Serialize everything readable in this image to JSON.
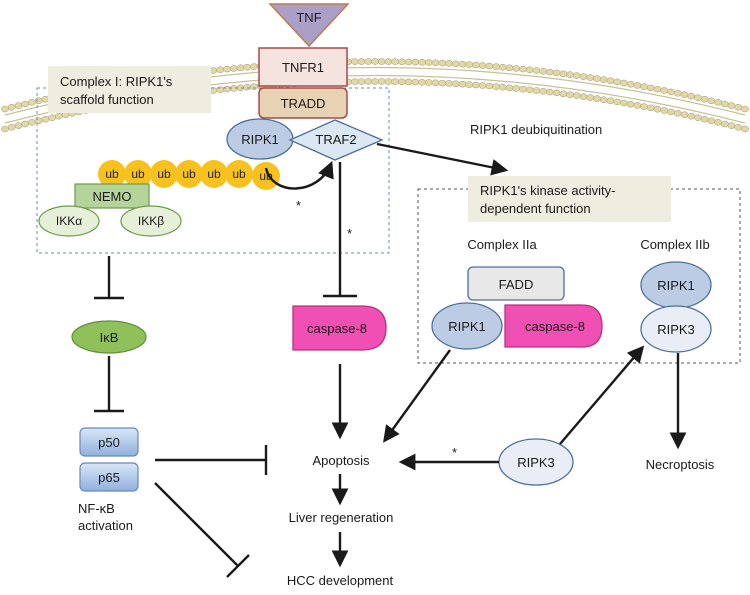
{
  "membrane": {
    "tnf": "TNF",
    "tnfr1": "TNFR1",
    "tradd": "TRADD"
  },
  "complex_1": {
    "title_line1": "Complex I: RIPK1's",
    "title_line2": "scaffold function",
    "ripk1": "RIPK1",
    "traf2": "TRAF2",
    "ub": [
      "ub",
      "ub",
      "ub",
      "ub",
      "ub",
      "ub",
      "ub"
    ],
    "nemo": "NEMO",
    "ikka": "IKKα",
    "ikkb": "IKKβ",
    "asterisk_loop": "*"
  },
  "deubiquitination": "RIPK1 deubiquitination",
  "kinase_box": {
    "title_line1": "RIPK1's kinase activity-",
    "title_line2": "dependent function",
    "complex_2a": {
      "title": "Complex IIa",
      "fadd": "FADD",
      "ripk1": "RIPK1",
      "caspase8": "caspase-8"
    },
    "complex_2b": {
      "title": "Complex IIb",
      "ripk1": "RIPK1",
      "ripk3": "RIPK3"
    }
  },
  "pathway": {
    "ikb": "IκB",
    "p50": "p50",
    "p65": "p65",
    "nfkb_line1": "NF-κB",
    "nfkb_line2": "activation",
    "caspase8": "caspase-8",
    "asterisk_traf2": "*",
    "apoptosis": "Apoptosis",
    "liver_regeneration": "Liver regeneration",
    "hcc_development": "HCC development",
    "ripk3": "RIPK3",
    "asterisk_ripk3": "*",
    "necroptosis": "Necroptosis"
  },
  "colors": {
    "membrane_head": "#e2d8a6",
    "tnf_fill": "#a99fc7",
    "tnfr1_fill": "#f4e3df",
    "tradd_fill": "#e7d2b4",
    "receptor_border": "#a54a49",
    "ripk_fill": "#bccce4",
    "ripk_border": "#4f6f9a",
    "ub_fill": "#f7c21f",
    "nemo_fill": "#b5d49a",
    "ikk_fill": "#e6efd8",
    "ikb_fill": "#8fc05a",
    "caspase_fill": "#f04fb4",
    "p_fill": "#a6c0e6",
    "box_fill": "#efece0"
  }
}
